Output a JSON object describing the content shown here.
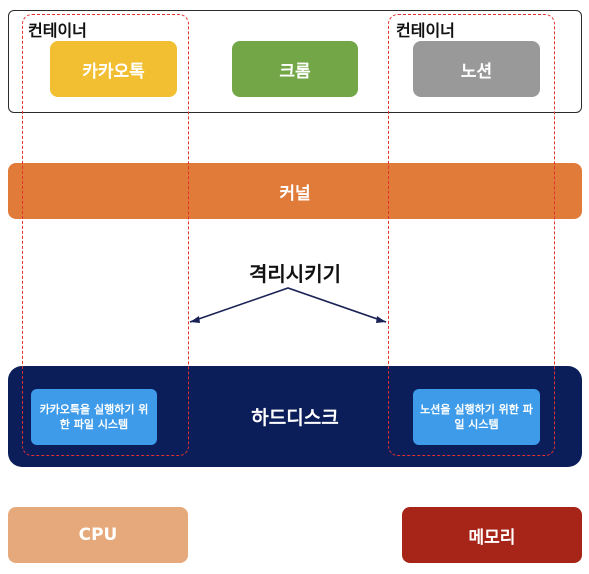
{
  "containers": [
    {
      "label": "컨테이너"
    },
    {
      "label": "컨테이너"
    }
  ],
  "apps": [
    {
      "label": "카카오톡",
      "color": "#f2bf32"
    },
    {
      "label": "크롬",
      "color": "#72a647"
    },
    {
      "label": "노션",
      "color": "#999999"
    }
  ],
  "kernel": {
    "label": "커널",
    "color": "#e07b39"
  },
  "isolation": {
    "label": "격리시키기"
  },
  "hard_disk": {
    "label": "하드디스크",
    "color": "#0c1e5a",
    "filesystems": [
      {
        "label": "카카오톡을 실행하기 위한 파일 시스템",
        "color": "#3d9be9"
      },
      {
        "label": "노션을 실행하기 위한 파일 시스템",
        "color": "#3d9be9"
      }
    ]
  },
  "hardware": [
    {
      "label": "CPU",
      "color": "#e6a97c"
    },
    {
      "label": "메모리",
      "color": "#a72418"
    }
  ]
}
